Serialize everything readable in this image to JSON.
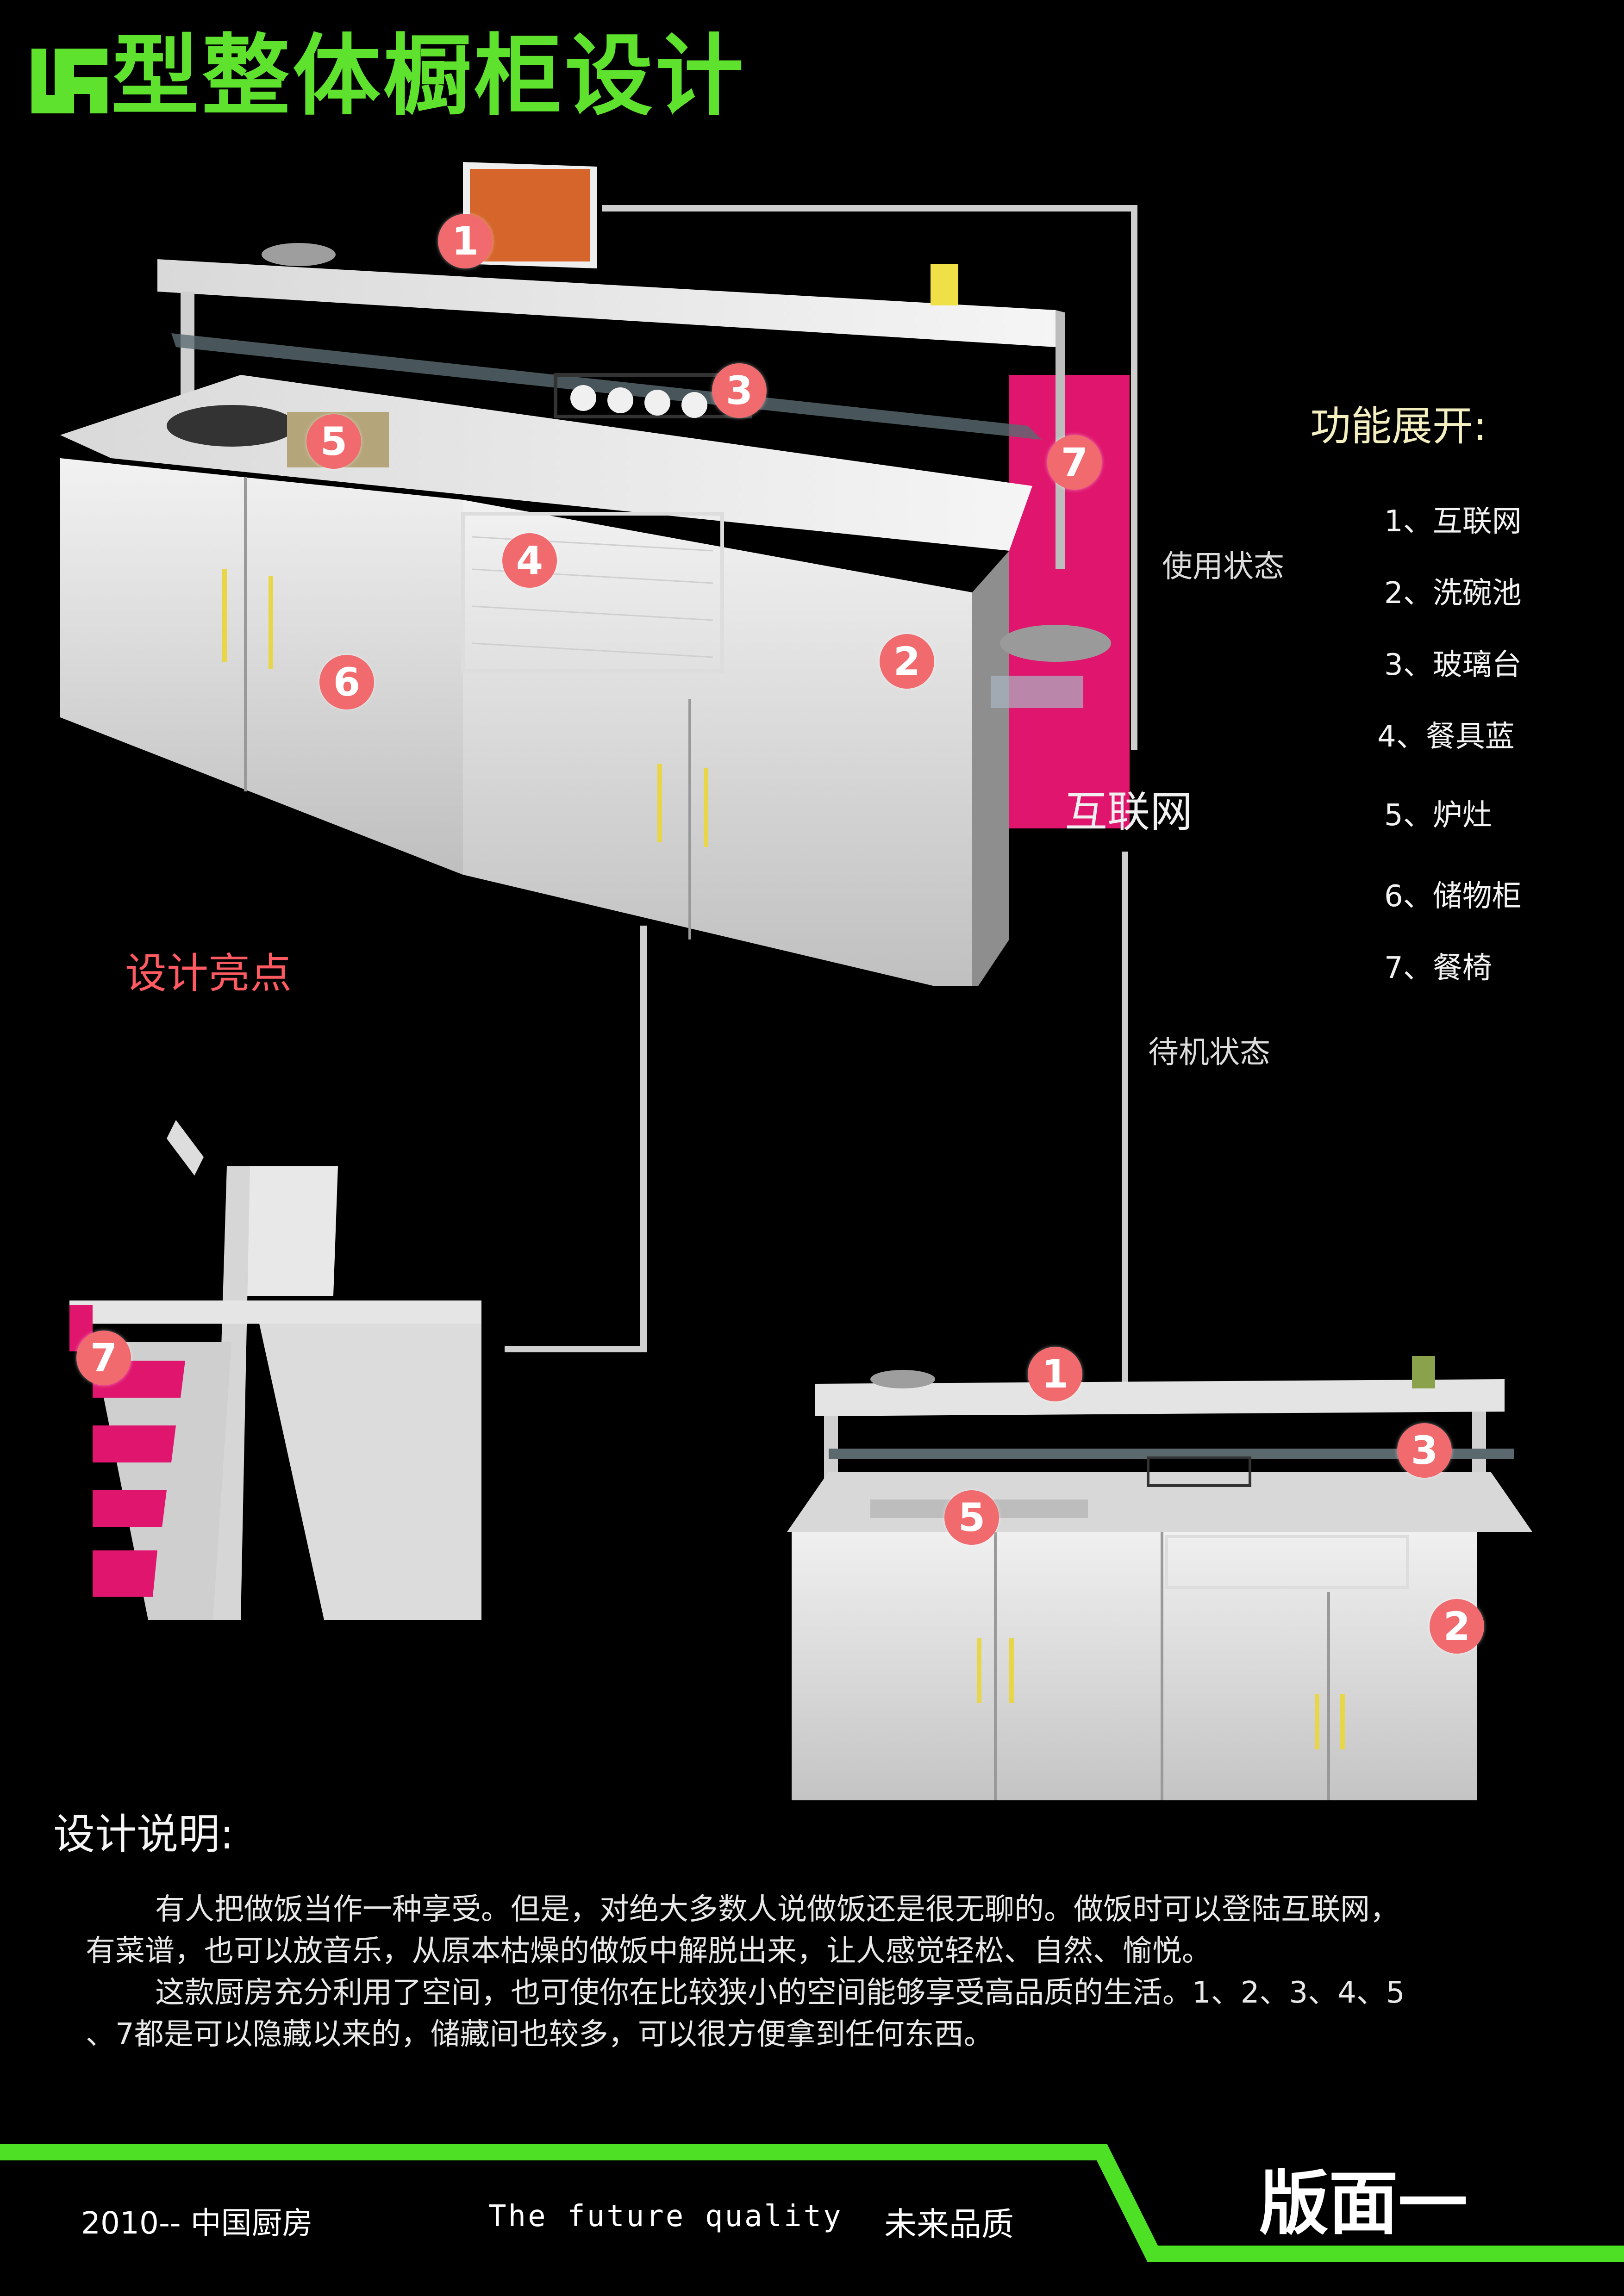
{
  "title": "型整体橱柜设计",
  "features": {
    "heading": "功能展开:",
    "items": [
      "1、互联网",
      "2、洗碗池",
      "3、玻璃台",
      "4、餐具蓝",
      "5、炉灶",
      "6、储物柜",
      "7、餐椅"
    ]
  },
  "states": {
    "in_use": "使用状态",
    "standby": "待机状态",
    "internet": "互联网"
  },
  "highlights": "设计亮点",
  "description": {
    "heading": "设计说明:",
    "lines": [
      "有人把做饭当作一种享受。但是，对绝大多数人说做饭还是很无聊的。做饭时可以登陆互联网，",
      "有菜谱，也可以放音乐，从原本枯燥的做饭中解脱出来，让人感觉轻松、自然、愉悦。",
      "这款厨房充分利用了空间，也可使你在比较狭小的空间能够享受高品质的生活。1、2、3、4、5",
      "、7都是可以隐藏以来的，储藏间也较多，可以很方便拿到任何东西。"
    ]
  },
  "badges": [
    "1",
    "2",
    "3",
    "4",
    "5",
    "6",
    "7"
  ],
  "footer": {
    "left": "2010-- 中国厨房",
    "middle": "The future quality",
    "right": "未来品质",
    "panel": "版面一"
  },
  "colors": {
    "accent_green": "#5fe22e",
    "badge_red": "#f06a6e",
    "highlight_red": "#ff5a62",
    "chair_pink": "#e0166e"
  }
}
